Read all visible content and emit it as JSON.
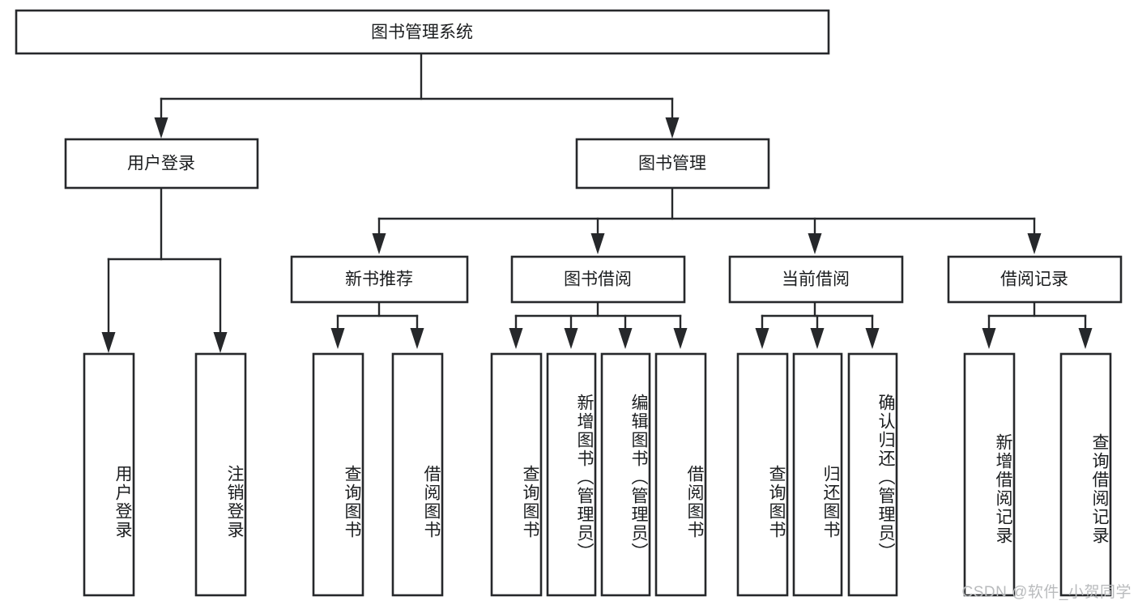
{
  "diagram": {
    "type": "tree",
    "title": "图书管理系统",
    "watermark": "CSDN @软件_小贺同学",
    "levels": {
      "level0": {
        "label": "图书管理系统"
      },
      "level1": [
        {
          "id": "user-login",
          "label": "用户登录"
        },
        {
          "id": "book-manage",
          "label": "图书管理"
        }
      ],
      "level2": [
        {
          "id": "new-book-rec",
          "label": "新书推荐",
          "parent": "book-manage"
        },
        {
          "id": "book-borrow",
          "label": "图书借阅",
          "parent": "book-manage"
        },
        {
          "id": "current-borrow",
          "label": "当前借阅",
          "parent": "book-manage"
        },
        {
          "id": "borrow-record",
          "label": "借阅记录",
          "parent": "book-manage"
        }
      ],
      "level3": [
        {
          "id": "leaf-1",
          "label": "用户登录",
          "parent": "user-login"
        },
        {
          "id": "leaf-2",
          "label": "注销登录",
          "parent": "user-login"
        },
        {
          "id": "leaf-3",
          "label": "查询图书",
          "parent": "new-book-rec"
        },
        {
          "id": "leaf-4",
          "label": "借阅图书",
          "parent": "new-book-rec"
        },
        {
          "id": "leaf-5",
          "label": "查询图书",
          "parent": "book-borrow"
        },
        {
          "id": "leaf-6",
          "label": "新增图书（管理员）",
          "parent": "book-borrow"
        },
        {
          "id": "leaf-7",
          "label": "编辑图书（管理员）",
          "parent": "book-borrow"
        },
        {
          "id": "leaf-8",
          "label": "借阅图书",
          "parent": "book-borrow"
        },
        {
          "id": "leaf-9",
          "label": "查询图书",
          "parent": "current-borrow"
        },
        {
          "id": "leaf-10",
          "label": "归还图书",
          "parent": "current-borrow"
        },
        {
          "id": "leaf-11",
          "label": "确认归还（管理员）",
          "parent": "current-borrow"
        },
        {
          "id": "leaf-12",
          "label": "新增借阅记录",
          "parent": "borrow-record"
        },
        {
          "id": "leaf-13",
          "label": "查询借阅记录",
          "parent": "borrow-record"
        }
      ]
    },
    "colors": {
      "box_stroke": "#26282b",
      "box_fill": "#ffffff",
      "text": "#1b1d1f",
      "connector": "#26282b",
      "watermark": "#b9bbbd",
      "background": "#ffffff"
    }
  }
}
